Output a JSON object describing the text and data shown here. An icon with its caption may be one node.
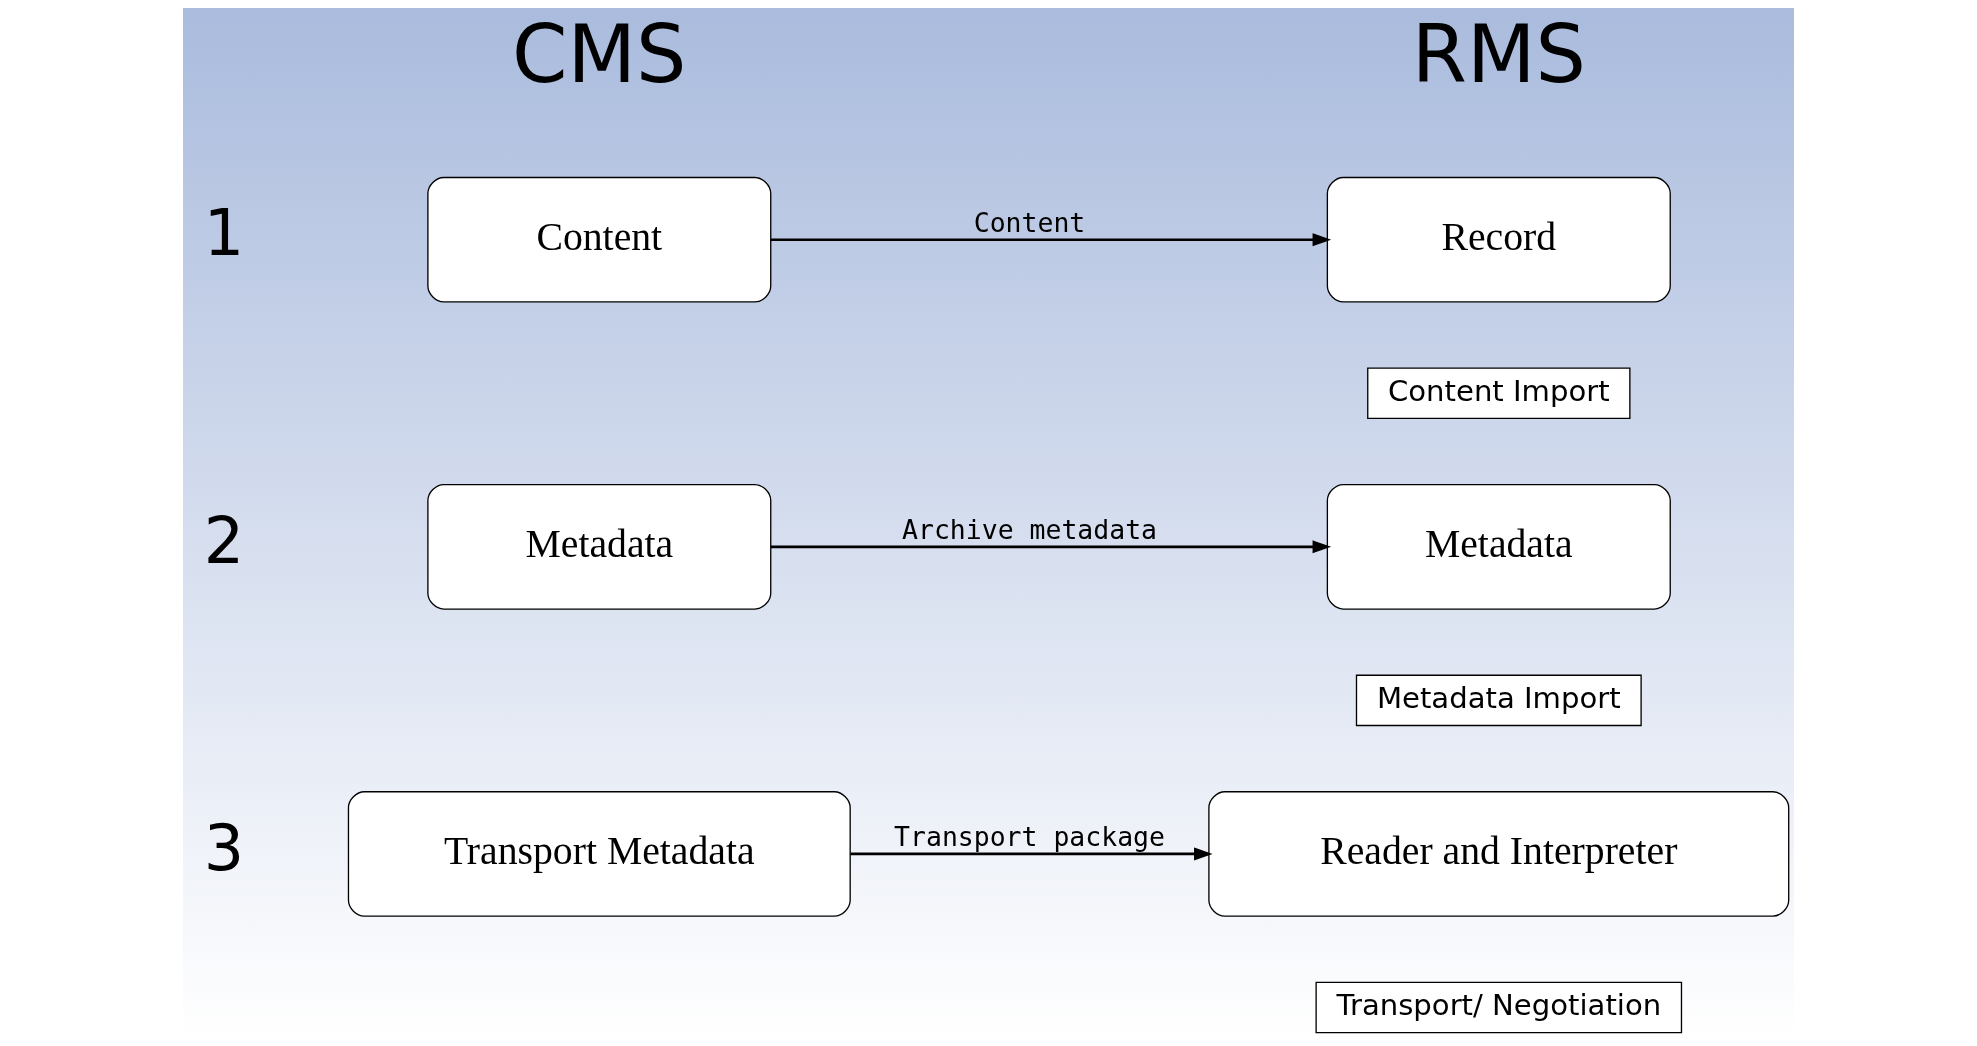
{
  "diagram": {
    "nodes": [
      {
        "text": [
          "Content"
        ]
      },
      {
        "text": [
          "Record"
        ]
      },
      {
        "text": [
          "Content Import"
        ]
      },
      {
        "text": [
          "Metadata"
        ]
      },
      {
        "text": [
          "Metadata"
        ]
      },
      {
        "text": [
          "Metadata Import"
        ]
      },
      {
        "text": [
          "Transport Metadata"
        ]
      },
      {
        "text": [
          "Reader and Interpreter"
        ]
      },
      {
        "text": [
          "Transport/ Negotiation"
        ]
      }
    ],
    "edges": [
      {
        "from": 0,
        "to": 1,
        "arrow": "to",
        "label": "Content"
      },
      {
        "from": 3,
        "to": 4,
        "arrow": "to",
        "label": "Archive metadata"
      },
      {
        "from": 6,
        "to": 7,
        "arrow": "to",
        "label": "Transport package"
      }
    ],
    "labels": [
      "CMS",
      "RMS",
      "1",
      "2",
      "3"
    ]
  }
}
